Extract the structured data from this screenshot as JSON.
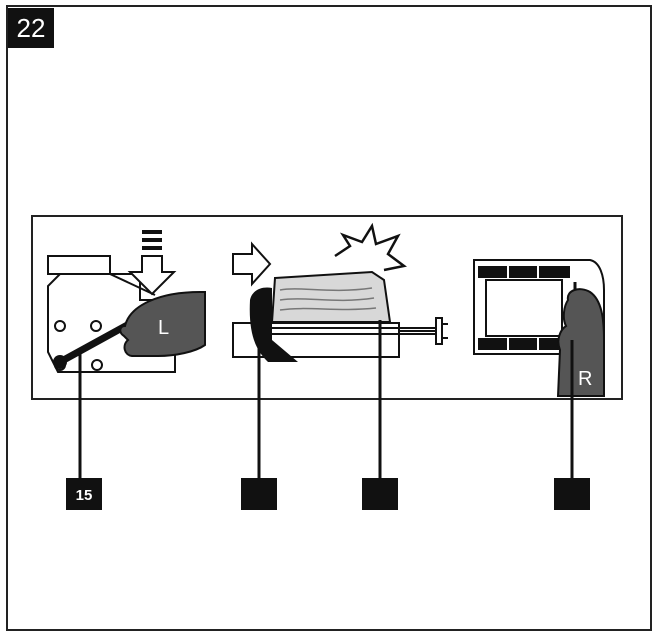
{
  "figure": {
    "number": "22"
  },
  "callouts": [
    "15",
    "",
    "",
    ""
  ],
  "hand_labels": {
    "left": "L",
    "right": "R"
  },
  "colors": {
    "ink": "#111111",
    "hand": "#555555",
    "label_text": "#ffffff"
  }
}
